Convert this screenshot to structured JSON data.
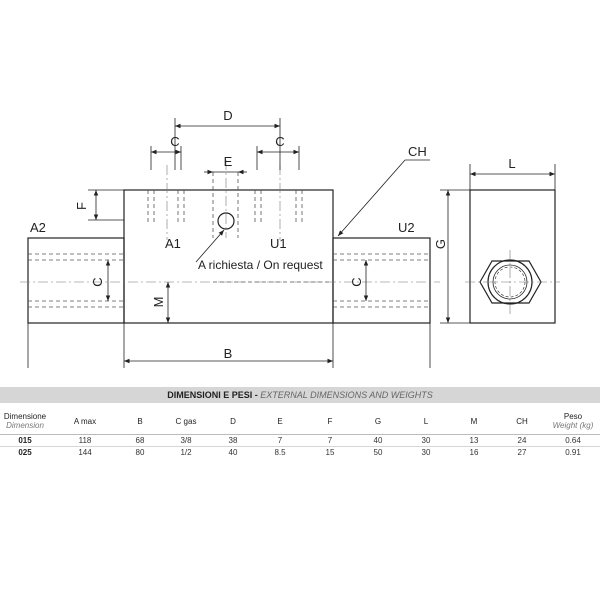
{
  "drawing": {
    "labels": {
      "D": "D",
      "C_left": "C",
      "C_right": "C",
      "E": "E",
      "F": "F",
      "CH": "CH",
      "L": "L",
      "G": "G",
      "A2": "A2",
      "U2": "U2",
      "A1": "A1",
      "U1": "U1",
      "C_port_left": "C",
      "C_port_right": "C",
      "M": "M",
      "B": "B"
    },
    "note": "A richiesta / On request"
  },
  "table": {
    "title_main": "DIMENSIONI E PESI - ",
    "title_en": "EXTERNAL DIMENSIONS AND WEIGHTS",
    "headers": [
      {
        "label": "Dimensione",
        "sub": "Dimension"
      },
      {
        "label": "A max",
        "sub": ""
      },
      {
        "label": "B",
        "sub": ""
      },
      {
        "label": "C gas",
        "sub": ""
      },
      {
        "label": "D",
        "sub": ""
      },
      {
        "label": "E",
        "sub": ""
      },
      {
        "label": "F",
        "sub": ""
      },
      {
        "label": "G",
        "sub": ""
      },
      {
        "label": "L",
        "sub": ""
      },
      {
        "label": "M",
        "sub": ""
      },
      {
        "label": "CH",
        "sub": ""
      },
      {
        "label": "Peso",
        "sub": "Weight (kg)"
      }
    ],
    "rows": [
      [
        "015",
        "118",
        "68",
        "3/8",
        "38",
        "7",
        "7",
        "40",
        "30",
        "13",
        "24",
        "0.64"
      ],
      [
        "025",
        "144",
        "80",
        "1/2",
        "40",
        "8.5",
        "15",
        "50",
        "30",
        "16",
        "27",
        "0.91"
      ]
    ]
  }
}
